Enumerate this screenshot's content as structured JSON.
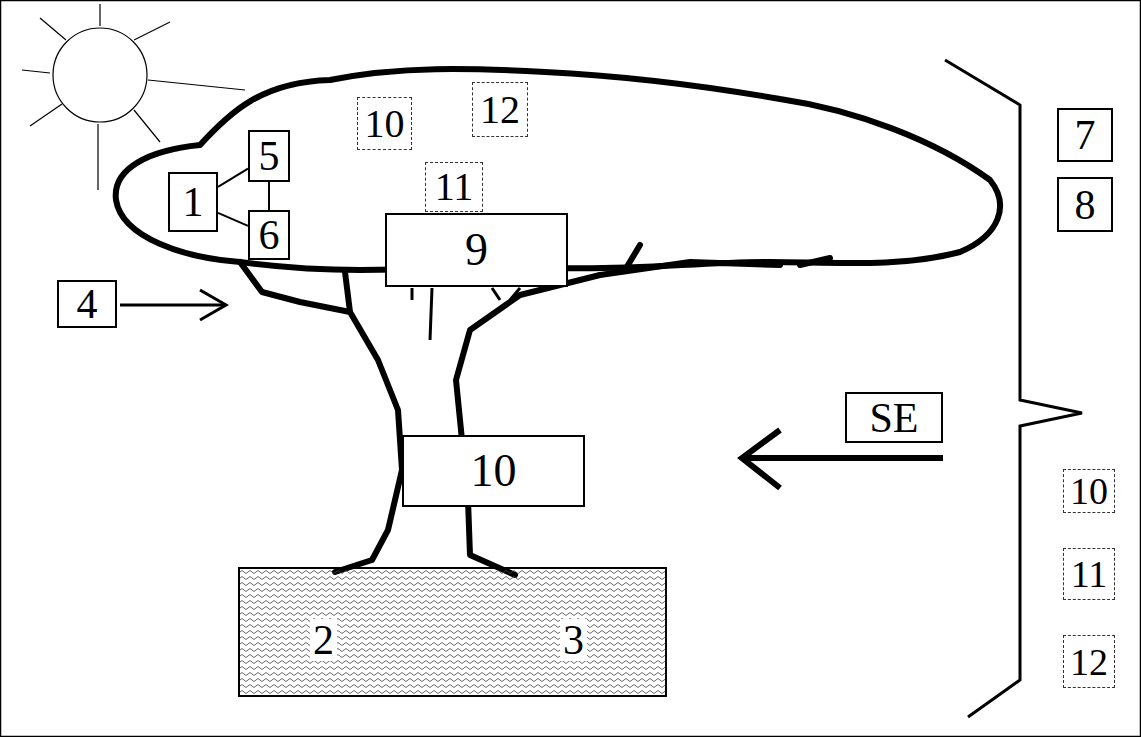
{
  "diagram": {
    "nodes": [
      {
        "text": [
          "10"
        ]
      },
      {
        "text": [
          "12"
        ]
      },
      {
        "text": [
          "7"
        ]
      },
      {
        "text": [
          "5"
        ]
      },
      {
        "text": [
          "11"
        ]
      },
      {
        "text": [
          "1"
        ]
      },
      {
        "text": [
          "8"
        ]
      },
      {
        "text": [
          "6"
        ]
      },
      {
        "text": [
          "9"
        ]
      },
      {
        "text": [
          "4"
        ]
      },
      {
        "text": [
          "SE"
        ]
      },
      {
        "text": [
          "10"
        ]
      },
      {
        "text": [
          "10"
        ]
      },
      {
        "text": [
          "11"
        ]
      },
      {
        "text": [
          "12"
        ]
      },
      {
        "text": [
          "2",
          "3"
        ]
      }
    ],
    "edges": [
      {
        "from": 3,
        "to": 7,
        "arrow": "none"
      },
      {
        "from": 5,
        "to": 3,
        "arrow": "none"
      },
      {
        "from": 5,
        "to": 7,
        "arrow": "none"
      }
    ]
  }
}
